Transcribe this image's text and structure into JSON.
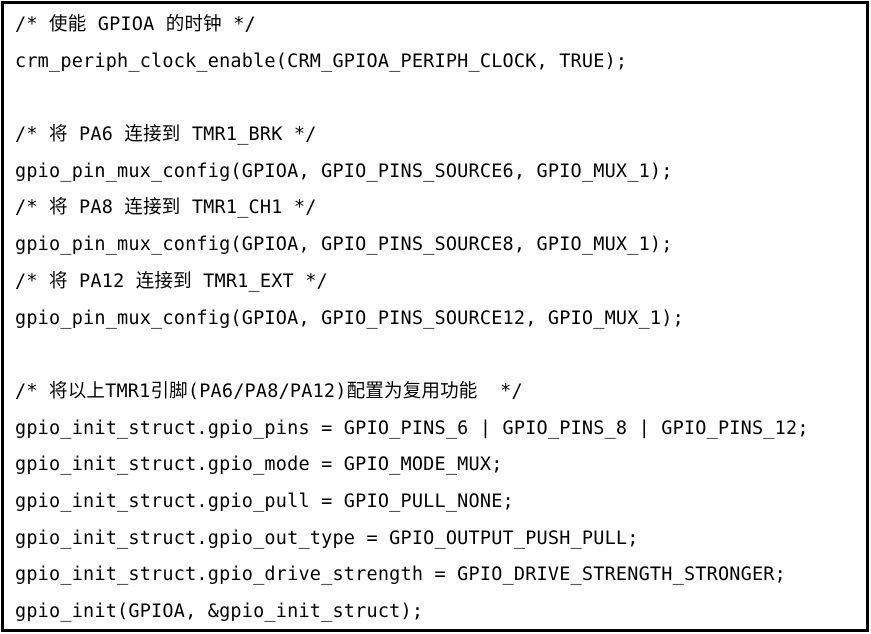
{
  "colors": {
    "background": "#ffffff",
    "border": "#000000",
    "text": "#000000"
  },
  "code_block": {
    "language": "c",
    "description": "GPIO configuration code snippet with Chinese comments",
    "lines": [
      "/* 使能 GPIOA 的时钟 */",
      "crm_periph_clock_enable(CRM_GPIOA_PERIPH_CLOCK, TRUE);",
      "",
      "/* 将 PA6 连接到 TMR1_BRK */",
      "gpio_pin_mux_config(GPIOA, GPIO_PINS_SOURCE6, GPIO_MUX_1);",
      "/* 将 PA8 连接到 TMR1_CH1 */",
      "gpio_pin_mux_config(GPIOA, GPIO_PINS_SOURCE8, GPIO_MUX_1);",
      "/* 将 PA12 连接到 TMR1_EXT */",
      "gpio_pin_mux_config(GPIOA, GPIO_PINS_SOURCE12, GPIO_MUX_1);",
      "",
      "/* 将以上TMR1引脚(PA6/PA8/PA12)配置为复用功能  */",
      "gpio_init_struct.gpio_pins = GPIO_PINS_6 | GPIO_PINS_8 | GPIO_PINS_12;",
      "gpio_init_struct.gpio_mode = GPIO_MODE_MUX;",
      "gpio_init_struct.gpio_pull = GPIO_PULL_NONE;",
      "gpio_init_struct.gpio_out_type = GPIO_OUTPUT_PUSH_PULL;",
      "gpio_init_struct.gpio_drive_strength = GPIO_DRIVE_STRENGTH_STRONGER;",
      "gpio_init(GPIOA, &gpio_init_struct);"
    ]
  }
}
